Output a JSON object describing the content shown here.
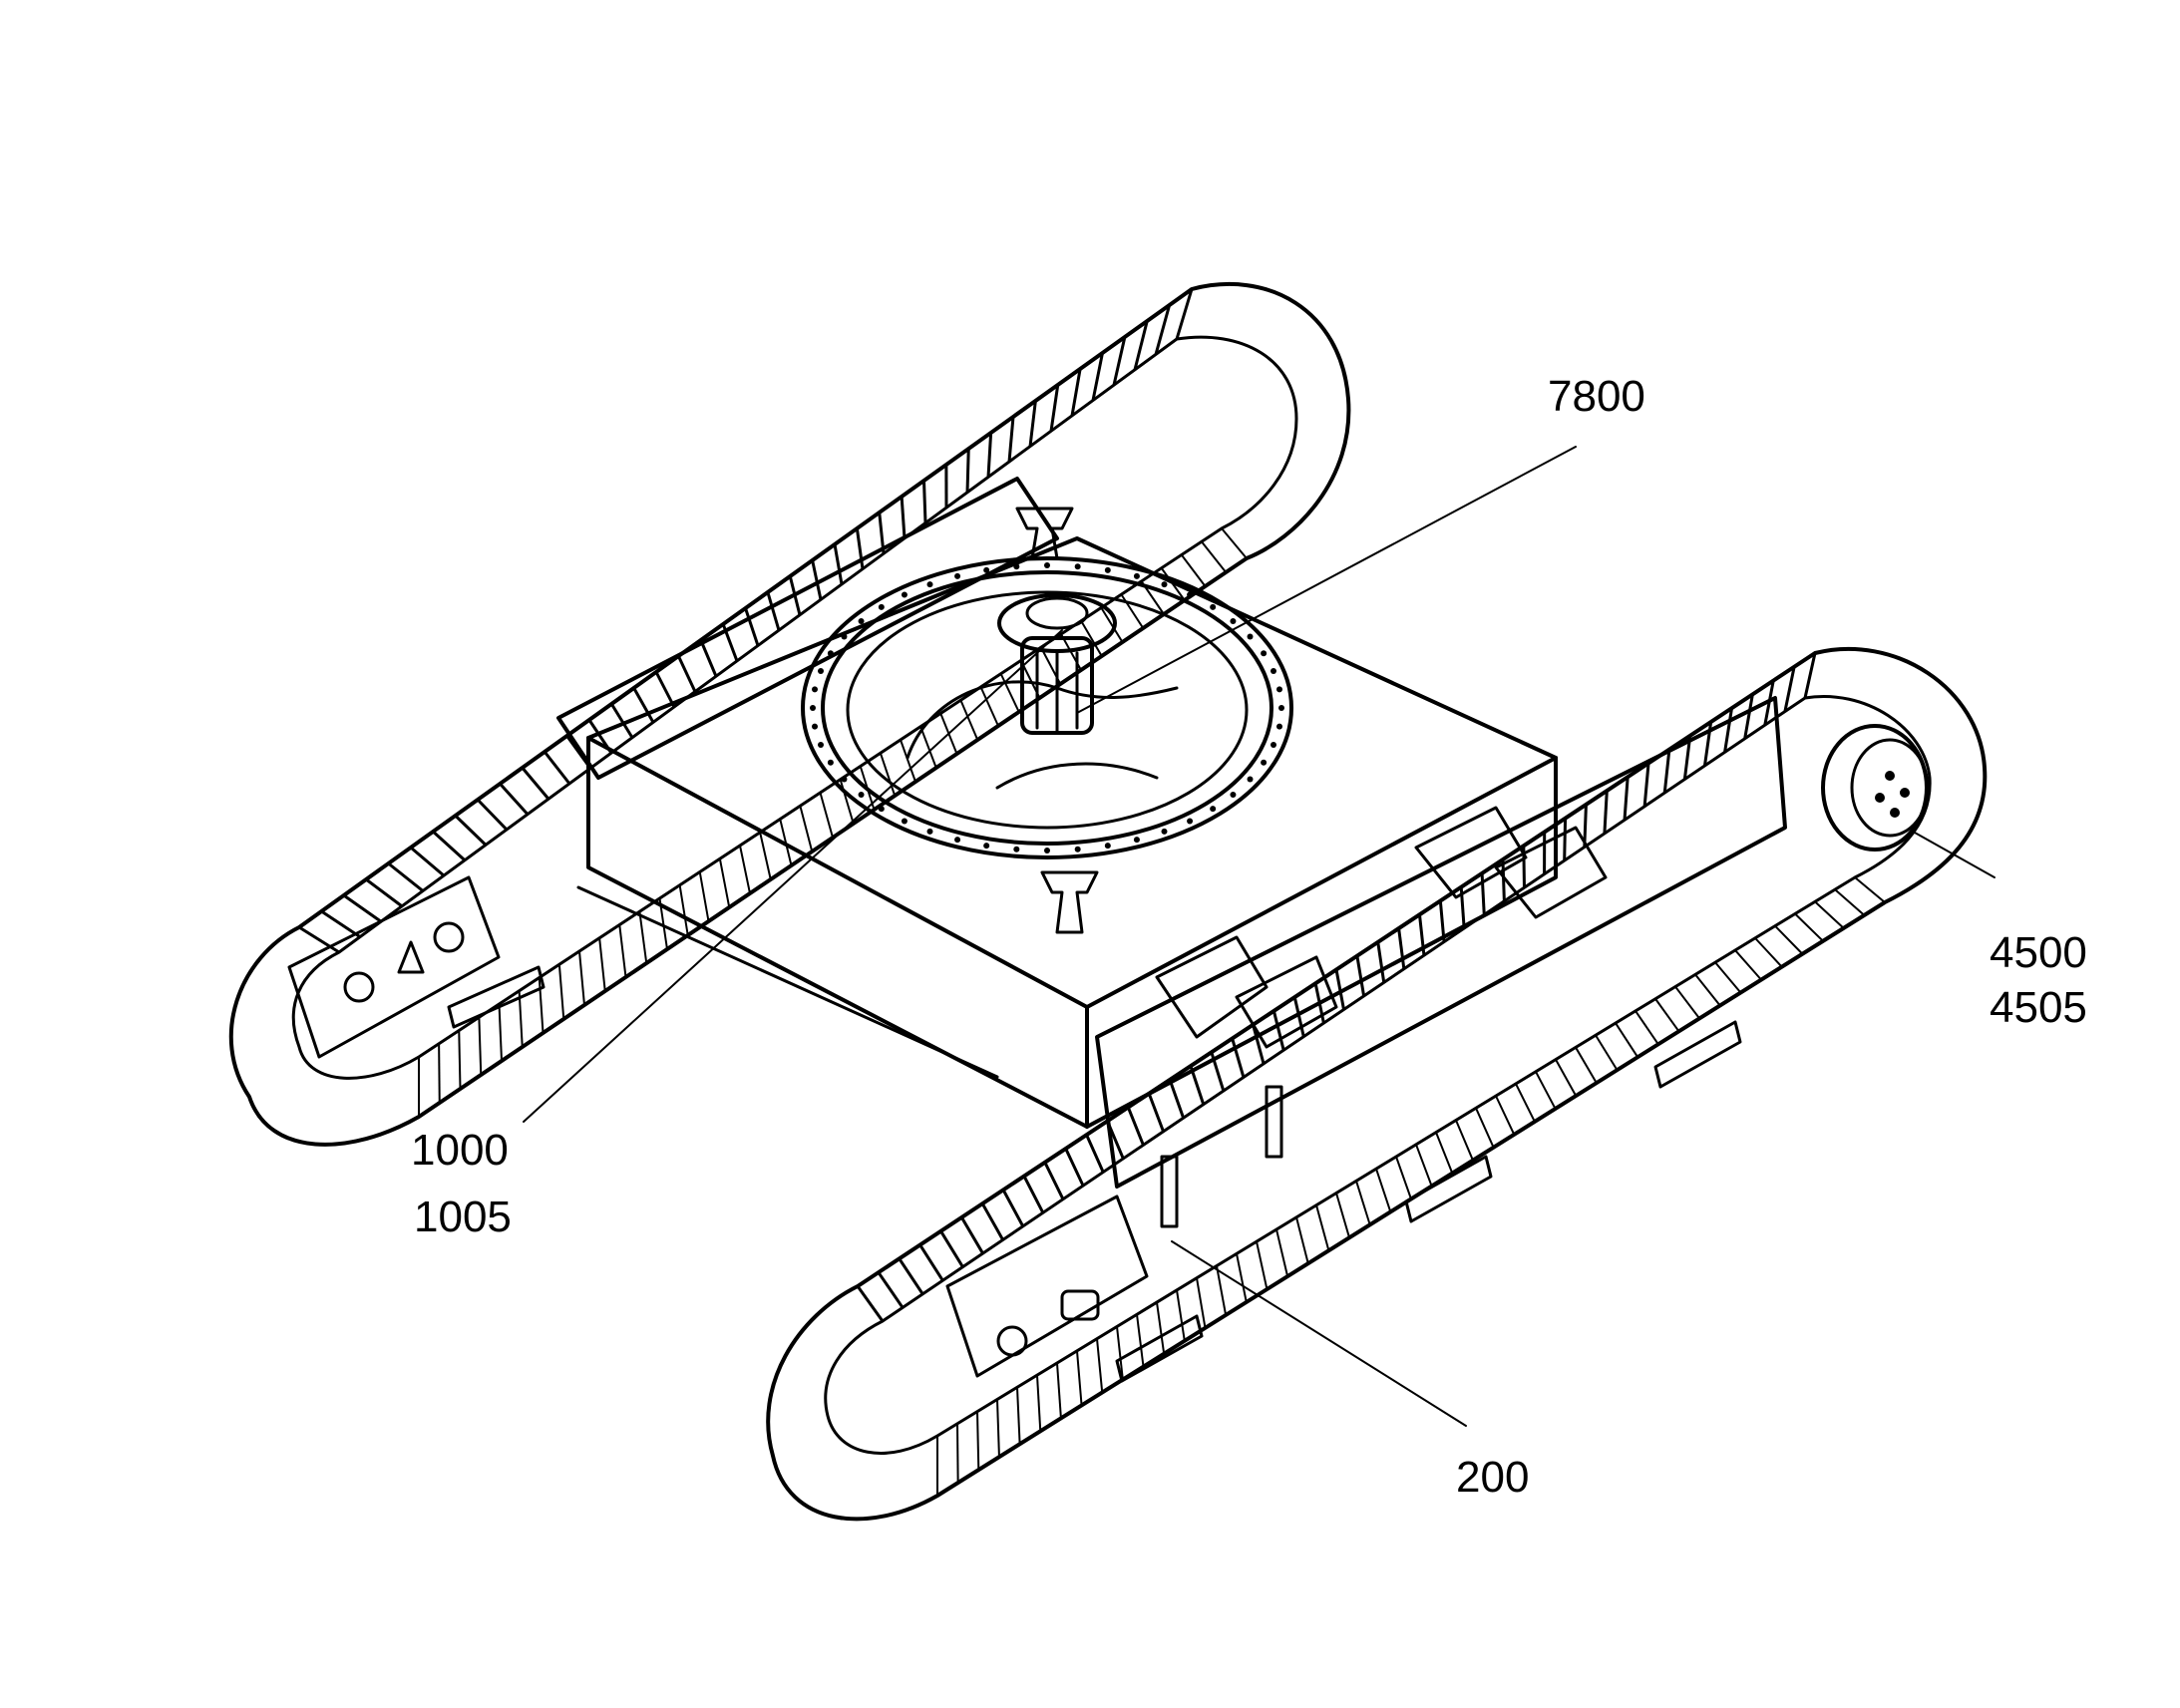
{
  "figure": {
    "labels": [
      {
        "id": "ref-7800",
        "text": "7800"
      },
      {
        "id": "ref-4500",
        "text": "4500"
      },
      {
        "id": "ref-4505",
        "text": "4505"
      },
      {
        "id": "ref-1000",
        "text": "1000"
      },
      {
        "id": "ref-1005",
        "text": "1005"
      },
      {
        "id": "ref-200",
        "text": "200"
      }
    ]
  }
}
